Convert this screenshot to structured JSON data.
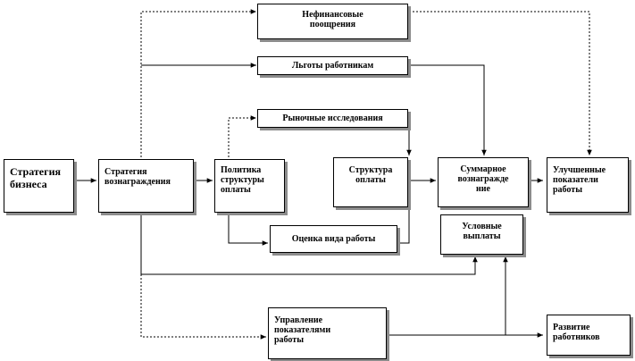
{
  "diagram": {
    "nodes": [
      {
        "id": "nonfinancial",
        "label": "Нефинансовые\nпоощрения"
      },
      {
        "id": "benefits",
        "label": "Льготы работникам"
      },
      {
        "id": "market",
        "label": "Рыночные исследования"
      },
      {
        "id": "strategy-business",
        "label": "Стратегия\nбизнеса"
      },
      {
        "id": "strategy-reward",
        "label": "Стратегия\nвознаграждения"
      },
      {
        "id": "pay-policy",
        "label": "Политика\nструктуры\nоплаты"
      },
      {
        "id": "pay-structure",
        "label": "Структура\nоплаты"
      },
      {
        "id": "total-reward",
        "label": "Суммарное\nвознагражде\nние"
      },
      {
        "id": "improved",
        "label": "Улучшенные\nпоказатели\nработы"
      },
      {
        "id": "job-eval",
        "label": "Оценка вида работы"
      },
      {
        "id": "conditional",
        "label": "Условные\nвыплаты"
      },
      {
        "id": "perf-mgmt",
        "label": "Управление\nпоказателями\nработы"
      },
      {
        "id": "development",
        "label": "Развитие\nработников"
      }
    ]
  }
}
